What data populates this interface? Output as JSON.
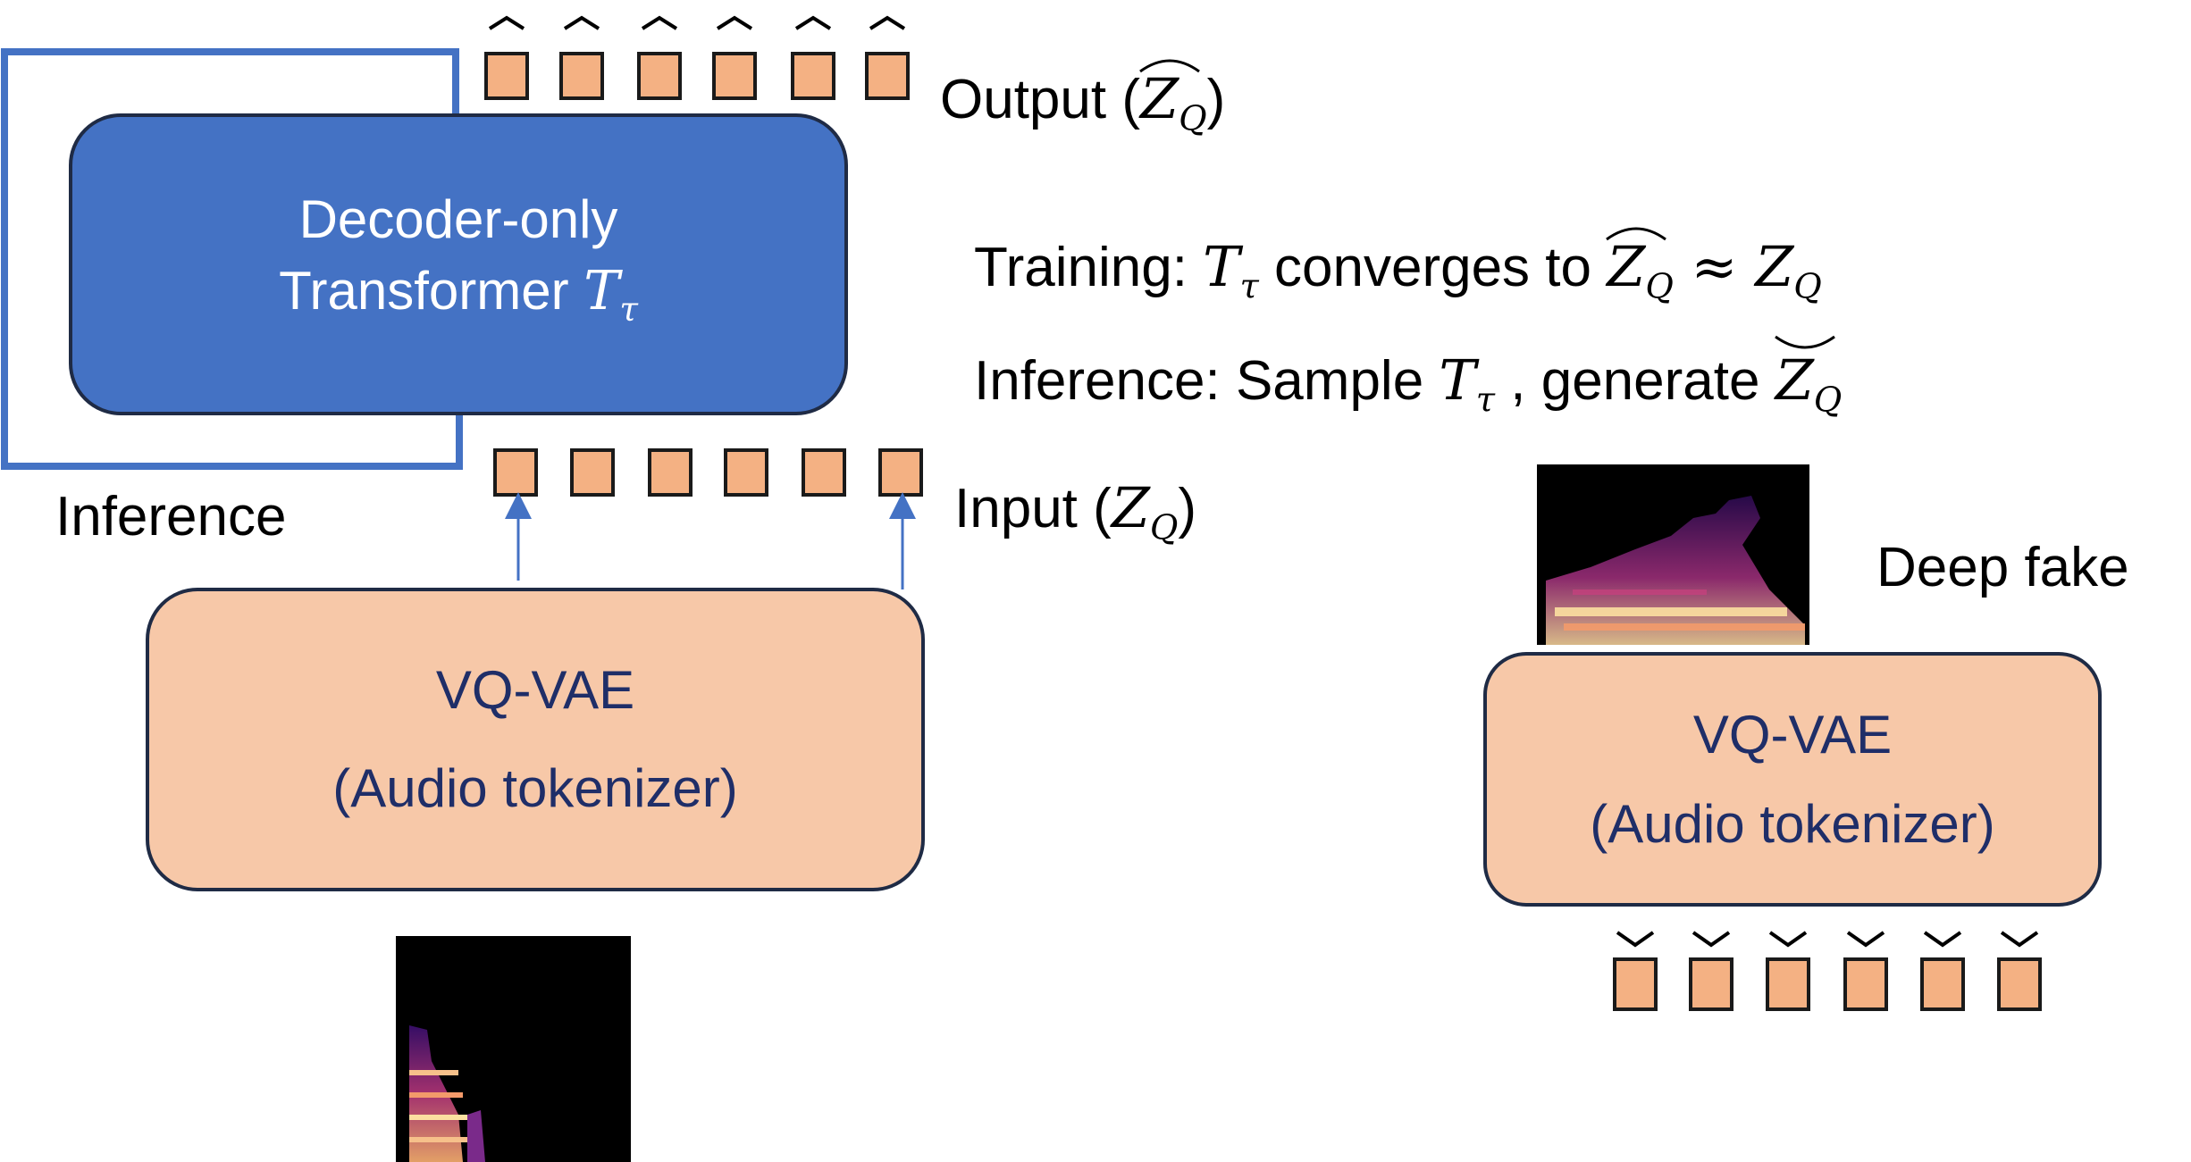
{
  "transformer": {
    "line1": "Decoder-only",
    "line2": "Transformer",
    "symbol": "T",
    "symbol_sub": "τ"
  },
  "encoder_left": {
    "line1": "VQ-VAE",
    "line2": "(Audio tokenizer)"
  },
  "encoder_right": {
    "line1": "VQ-VAE",
    "line2": "(Audio tokenizer)"
  },
  "labels": {
    "inference": "Inference",
    "output_prefix": "Output (",
    "output_symbol": "Z",
    "output_sub": "Q",
    "output_suffix": ")",
    "input_prefix": "Input (",
    "input_symbol": "Z",
    "input_sub": "Q",
    "input_suffix": ")",
    "deep_fake": "Deep fake"
  },
  "training": {
    "prefix": "Training: ",
    "t": "T",
    "t_sub": "τ",
    "mid": " converges to ",
    "z1": "Z",
    "z1_sub": "Q",
    "approx": " ≈ ",
    "z2": "Z",
    "z2_sub": "Q"
  },
  "inference_line": {
    "prefix": "Inference: Sample ",
    "t": "T",
    "t_sub": "τ",
    "mid": " , generate ",
    "z": "Z",
    "z_sub": "Q"
  },
  "colors": {
    "transformer_fill": "#4472c4",
    "loop_stroke": "#4472c4",
    "vqvae_fill": "#f7c8a8",
    "token_fill": "#f4b183",
    "text_dark_blue": "#1f2e68",
    "arrow": "#4472c4"
  },
  "icons": {
    "spectrogram": "spectrogram-image"
  }
}
